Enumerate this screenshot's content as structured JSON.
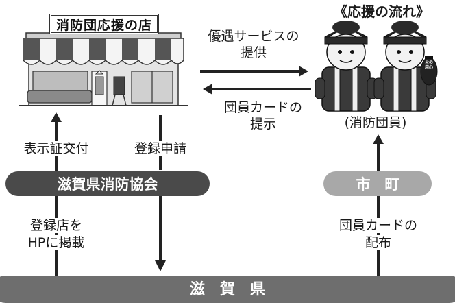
{
  "shop": {
    "sign": "消防団応援の店"
  },
  "flow_title": "《応援の流れ》",
  "labels": {
    "service_line1": "優遇サービスの",
    "service_line2": "提供",
    "card_present_line1": "団員カードの",
    "card_present_line2": "提示",
    "member": "(消防団員)",
    "sticker_issue": "表示証交付",
    "register_apply": "登録申請",
    "hp_line1": "登録店を",
    "hp_line2": "HPに掲載",
    "card_dist_line1": "団員カードの",
    "card_dist_line2": "配布",
    "badge_text": "火の用心"
  },
  "boxes": {
    "association": "滋賀県消防協会",
    "city": "市　町",
    "prefecture": "滋　賀　県"
  },
  "colors": {
    "association_bg": "#4a4a4a",
    "city_bg": "#a8a8a8",
    "prefecture_bg": "#6e6e6e",
    "line": "#222222"
  }
}
